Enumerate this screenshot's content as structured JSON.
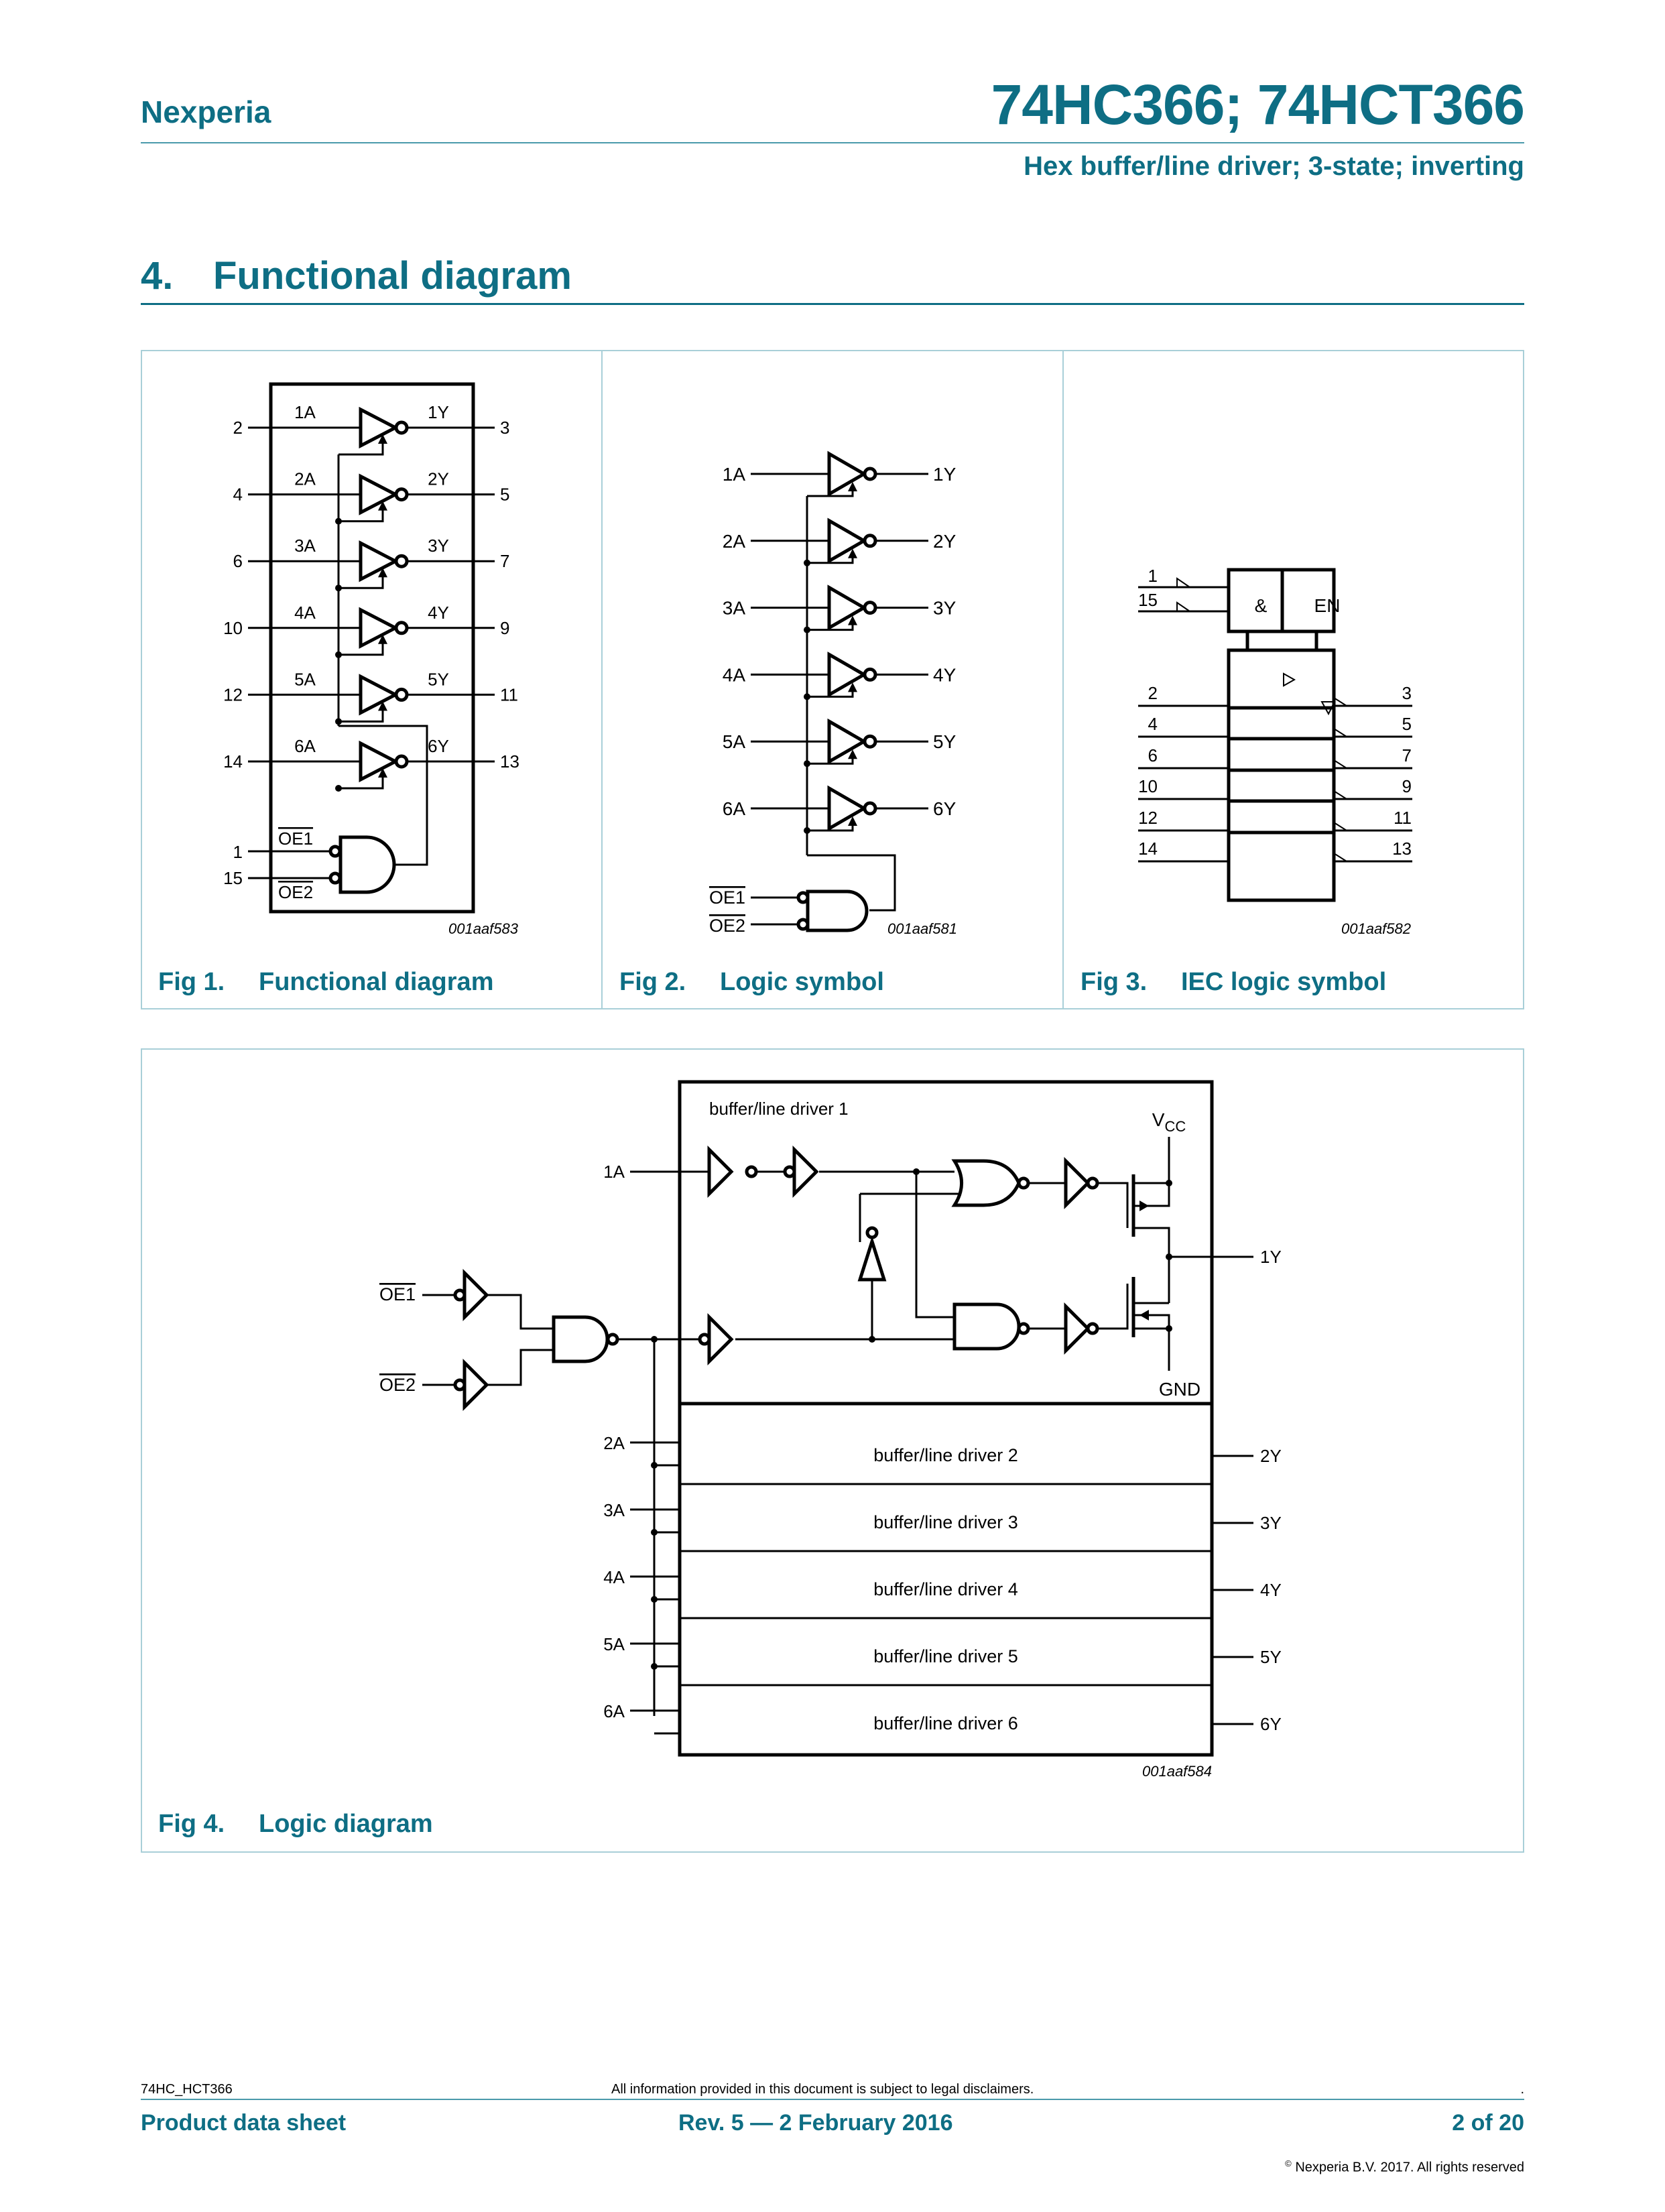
{
  "header": {
    "brand": "Nexperia",
    "part_number": "74HC366; 74HCT366",
    "subtitle": "Hex buffer/line driver; 3-state; inverting"
  },
  "section": {
    "number": "4.",
    "title": "Functional diagram"
  },
  "figures": [
    {
      "number": "Fig 1.",
      "caption": "Functional diagram",
      "code": "001aaf583",
      "inputs": [
        {
          "pin": "2",
          "name": "1A",
          "out_name": "1Y",
          "out_pin": "3"
        },
        {
          "pin": "4",
          "name": "2A",
          "out_name": "2Y",
          "out_pin": "5"
        },
        {
          "pin": "6",
          "name": "3A",
          "out_name": "3Y",
          "out_pin": "7"
        },
        {
          "pin": "10",
          "name": "4A",
          "out_name": "4Y",
          "out_pin": "9"
        },
        {
          "pin": "12",
          "name": "5A",
          "out_name": "5Y",
          "out_pin": "11"
        },
        {
          "pin": "14",
          "name": "6A",
          "out_name": "6Y",
          "out_pin": "13"
        }
      ],
      "enables": [
        {
          "pin": "1",
          "name": "OE1"
        },
        {
          "pin": "15",
          "name": "OE2"
        }
      ]
    },
    {
      "number": "Fig 2.",
      "caption": "Logic symbol",
      "code": "001aaf581",
      "inputs": [
        "1A",
        "2A",
        "3A",
        "4A",
        "5A",
        "6A"
      ],
      "outputs": [
        "1Y",
        "2Y",
        "3Y",
        "4Y",
        "5Y",
        "6Y"
      ],
      "enables": [
        "OE1",
        "OE2"
      ]
    },
    {
      "number": "Fig 3.",
      "caption": "IEC logic symbol",
      "code": "001aaf582",
      "gate_label": "&",
      "enable_label": "EN",
      "enable_pins": [
        "1",
        "15"
      ],
      "input_pins": [
        "2",
        "4",
        "6",
        "10",
        "12",
        "14"
      ],
      "output_pins": [
        "3",
        "5",
        "7",
        "9",
        "11",
        "13"
      ]
    },
    {
      "number": "Fig 4.",
      "caption": "Logic diagram",
      "code": "001aaf584",
      "driver1_title": "buffer/line driver 1",
      "vcc_label": "V",
      "vcc_sub": "CC",
      "gnd_label": "GND",
      "input_1": "1A",
      "output_1": "1Y",
      "enables": [
        "OE1",
        "OE2"
      ],
      "drivers": [
        {
          "input": "2A",
          "label": "buffer/line driver 2",
          "output": "2Y"
        },
        {
          "input": "3A",
          "label": "buffer/line driver 3",
          "output": "3Y"
        },
        {
          "input": "4A",
          "label": "buffer/line driver 4",
          "output": "4Y"
        },
        {
          "input": "5A",
          "label": "buffer/line driver 5",
          "output": "5Y"
        },
        {
          "input": "6A",
          "label": "buffer/line driver 6",
          "output": "6Y"
        }
      ]
    }
  ],
  "footer": {
    "doc_code": "74HC_HCT366",
    "disclaimer": "All information provided in this document is subject to legal disclaimers.",
    "dot": ".",
    "doc_type": "Product data sheet",
    "revision": "Rev. 5 — 2 February 2016",
    "page": "2 of 20",
    "copyright_symbol": "©",
    "copyright": "Nexperia B.V. 2017. All rights reserved"
  }
}
